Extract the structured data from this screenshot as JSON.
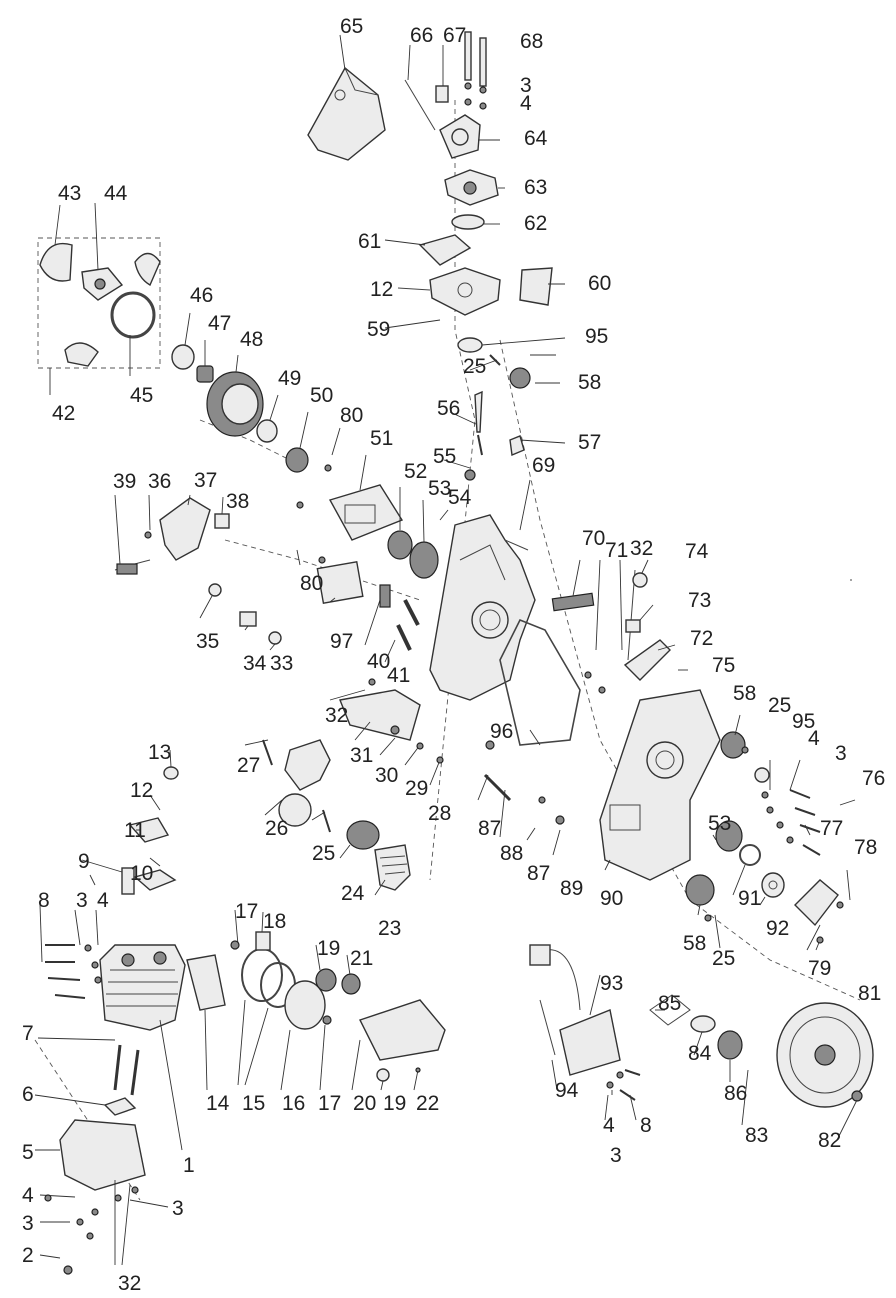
{
  "labels": [
    "1",
    "2",
    "3",
    "4",
    "5",
    "6",
    "7",
    "8",
    "9",
    "10",
    "11",
    "12",
    "13",
    "14",
    "15",
    "16",
    "17",
    "18",
    "19",
    "20",
    "21",
    "22",
    "23",
    "24",
    "25",
    "26",
    "27",
    "28",
    "29",
    "30",
    "31",
    "32",
    "33",
    "34",
    "35",
    "36",
    "37",
    "38",
    "39",
    "40",
    "41",
    "42",
    "43",
    "44",
    "45",
    "46",
    "47",
    "48",
    "49",
    "50",
    "51",
    "52",
    "53",
    "54",
    "55",
    "56",
    "57",
    "58",
    "59",
    "60",
    "61",
    "62",
    "63",
    "64",
    "65",
    "66",
    "67",
    "68",
    "69",
    "70",
    "71",
    "72",
    "73",
    "74",
    "75",
    "76",
    "77",
    "78",
    "79",
    "80",
    "81",
    "82",
    "83",
    "84",
    "85",
    "86",
    "87",
    "88",
    "89",
    "90",
    "91",
    "92",
    "93",
    "94",
    "95",
    "96",
    "97"
  ]
}
